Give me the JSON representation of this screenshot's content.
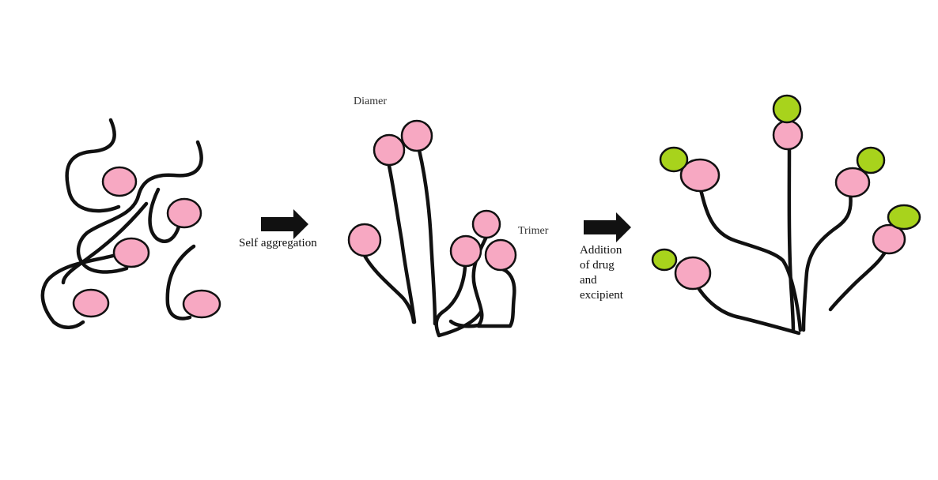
{
  "labels": {
    "self_aggregation": "Self aggregation",
    "diamer": "Diamer",
    "trimer": "Trimer",
    "addition_lines": [
      "Addition",
      "of drug",
      "and",
      "excipient"
    ]
  },
  "colors": {
    "head": "#f7a8c2",
    "drug": "#a8d31c",
    "stroke": "#111111",
    "arrow": "#111111"
  }
}
